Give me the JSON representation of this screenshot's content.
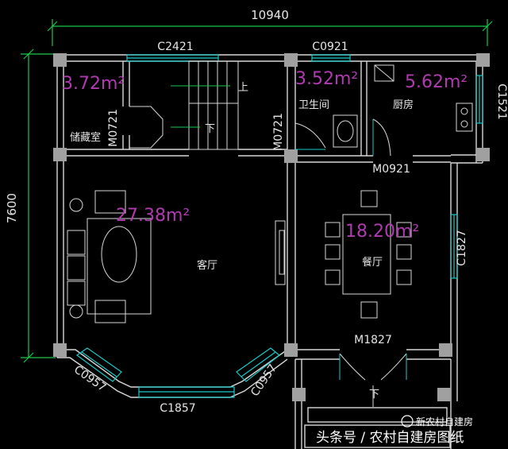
{
  "dimensions": {
    "overall_width": "10940",
    "overall_depth": "7600"
  },
  "windows": {
    "top_left": "C2421",
    "top_right": "C0921",
    "right_kitchen": "C1521",
    "right_dining": "C1827",
    "bottom": "C1857",
    "bay_left": "C0957",
    "bay_right": "C0957"
  },
  "doors": {
    "storage": "M0721",
    "bathroom": "M0721",
    "kitchen": "M0921",
    "entrance": "M1827"
  },
  "rooms": {
    "storage": {
      "name": "储藏室",
      "area": "3.72m²"
    },
    "bathroom": {
      "name": "卫生间",
      "area": "3.52m²"
    },
    "kitchen": {
      "name": "厨房",
      "area": "5.62m²"
    },
    "living": {
      "name": "客厅",
      "area": "27.38m²"
    },
    "dining": {
      "name": "餐厅",
      "area": "18.20m²"
    }
  },
  "stairs": {
    "up": "上",
    "down": "下"
  },
  "porch": {
    "down": "下"
  },
  "watermark": {
    "line1": "新农村自建房",
    "line2": "头条号 / 农村自建房图纸"
  },
  "colors": {
    "wall": "#d8d8d8",
    "window": "#19c9c9",
    "dimension": "#19c94a",
    "area": "#b03ab0",
    "column": "#a0a0a0"
  }
}
